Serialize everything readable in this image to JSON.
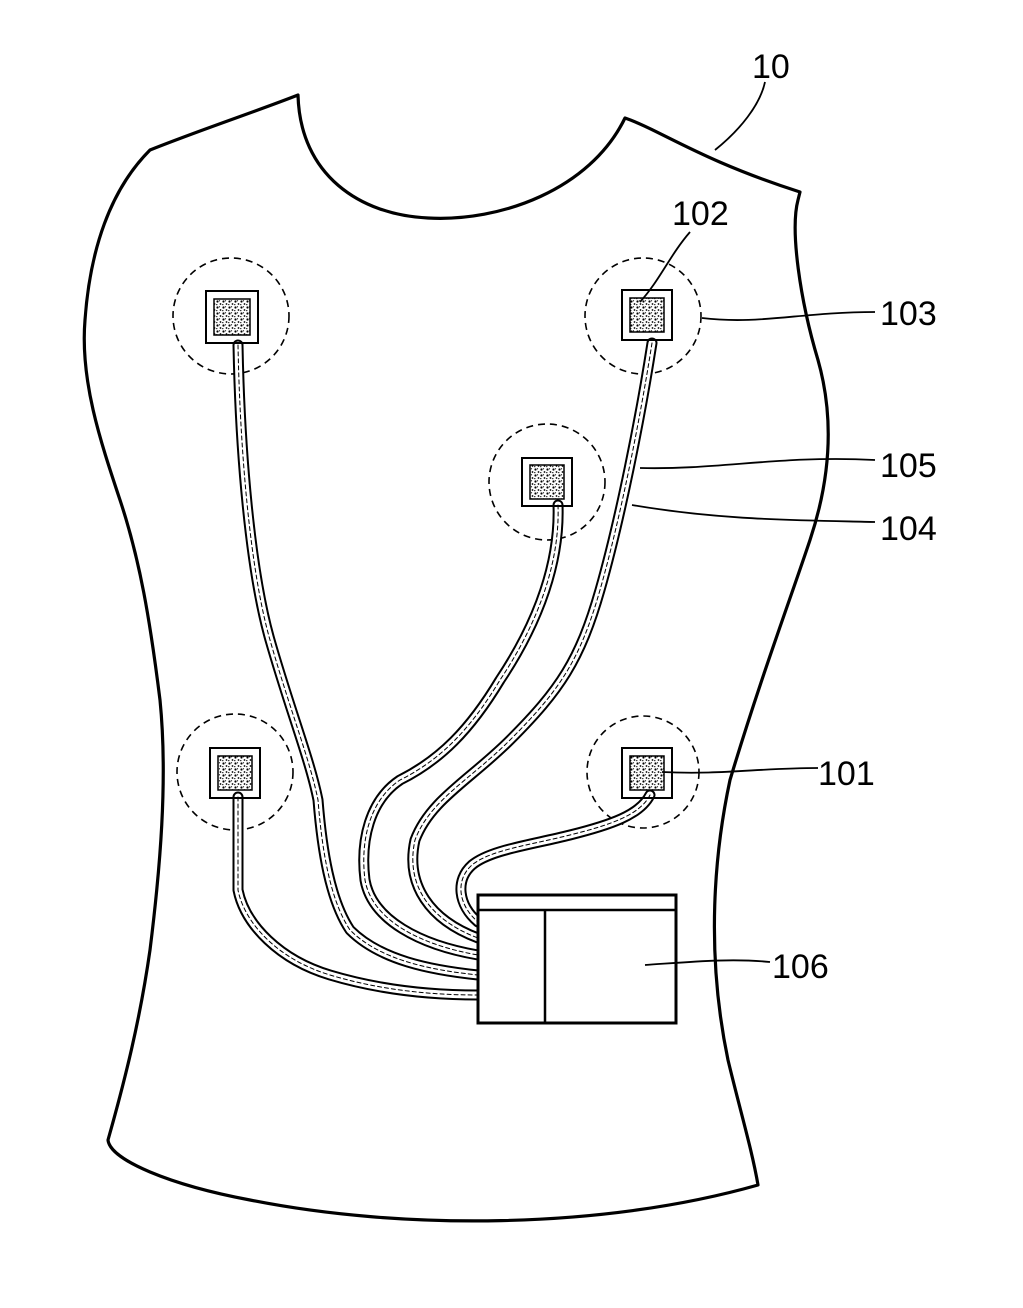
{
  "figure": {
    "labels": {
      "garment": "10",
      "electrode": "101",
      "electrode_pad": "102",
      "electrode_region": "103",
      "conductive_line": "104",
      "line_cover": "105",
      "control_unit": "106"
    }
  }
}
